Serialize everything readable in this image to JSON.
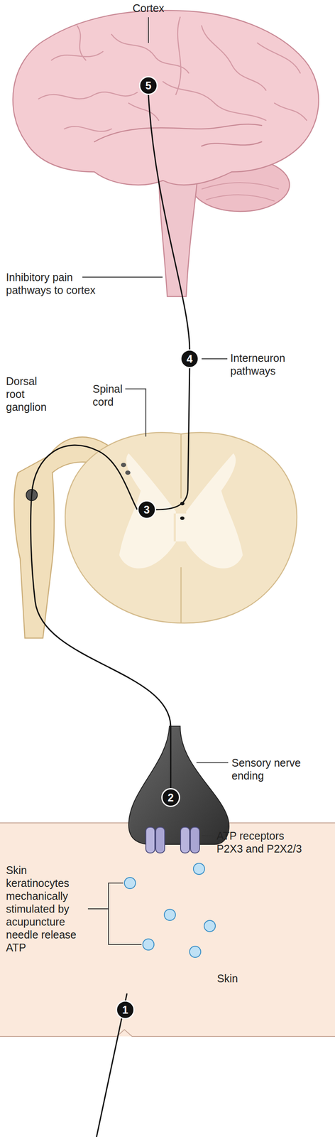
{
  "diagram": {
    "nodes": [
      {
        "text": [
          "5"
        ]
      },
      {
        "text": [
          "4"
        ]
      },
      {
        "text": [
          "3"
        ]
      },
      {
        "text": [
          "2"
        ]
      },
      {
        "text": [
          "1"
        ]
      }
    ],
    "edges": [
      {
        "from": 3,
        "to": 2,
        "arrow": "none"
      },
      {
        "from": 2,
        "to": 1,
        "arrow": "none"
      },
      {
        "from": 1,
        "to": 0,
        "arrow": "none"
      }
    ],
    "labels": [
      "Cortex",
      "Inhibitory pain pathways to cortex",
      "Interneuron pathways",
      "Dorsal root ganglion",
      "Spinal cord",
      "Sensory nerve ending",
      "ATP receptors P2X3 and P2X2/3",
      "Skin keratinocytes mechanically stimulated by acupuncture needle release ATP",
      "Skin"
    ]
  }
}
